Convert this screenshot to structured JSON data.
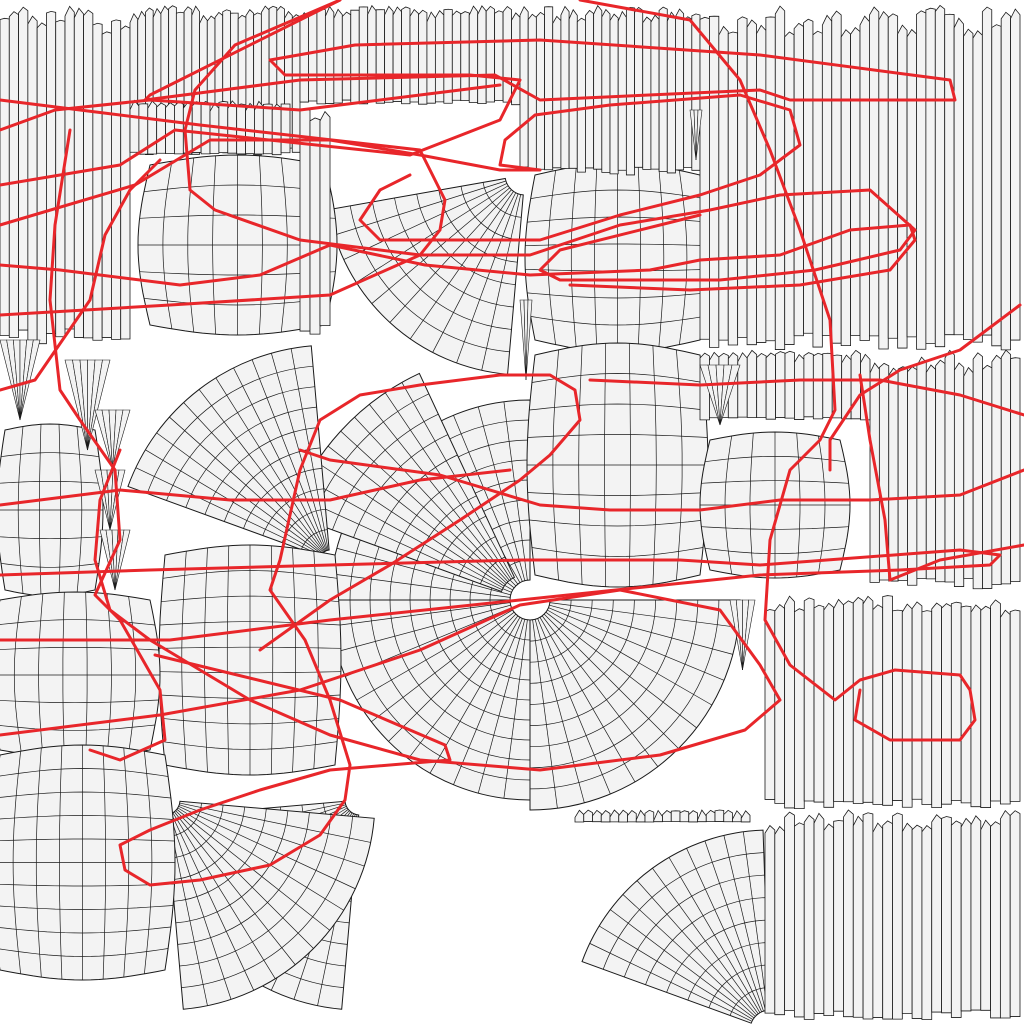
{
  "view": {
    "background": "#ffffff"
  },
  "uv_layout": {
    "island_fill": "#f3f3f3",
    "island_stroke": "#1a1a1a",
    "island_kinds": [
      "fan-sector",
      "curved-grid",
      "vertical-strip-bank",
      "thin-fan-sliver"
    ]
  },
  "overlay_stroke": {
    "color": "#e8262a",
    "style": "freehand scribble"
  }
}
